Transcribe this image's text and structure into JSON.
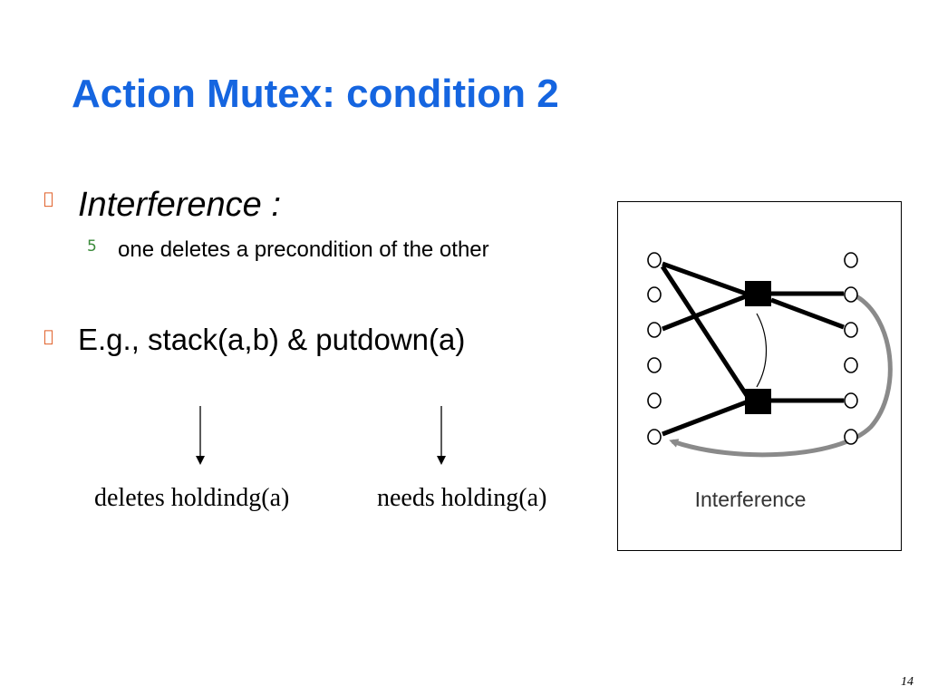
{
  "slide": {
    "title": "Action Mutex: condition 2",
    "page_number": "14"
  },
  "bullets": [
    {
      "marker": "",
      "text": "Interference :",
      "sub": [
        {
          "marker": "5",
          "text": "one deletes a precondition of the other"
        }
      ]
    },
    {
      "marker": "",
      "text": "E.g., stack(a,b) & putdown(a)"
    }
  ],
  "annotations": {
    "left": "deletes holdindg(a)",
    "right": "needs holding(a)"
  },
  "figure": {
    "caption": "Interference",
    "left_proposition_count": 6,
    "right_proposition_count": 6,
    "action_count": 2
  },
  "colors": {
    "title": "#1565e0",
    "bullet_marker": "#e0612a",
    "sub_marker": "#3a8a3a",
    "text": "#000000",
    "figure_arrow": "#8a8a8a",
    "figure_caption": "#333333"
  },
  "icons": {
    "bullet": "square-bullet-icon",
    "sub_bullet": "sub-bullet-icon",
    "arrow": "down-arrow-icon"
  }
}
